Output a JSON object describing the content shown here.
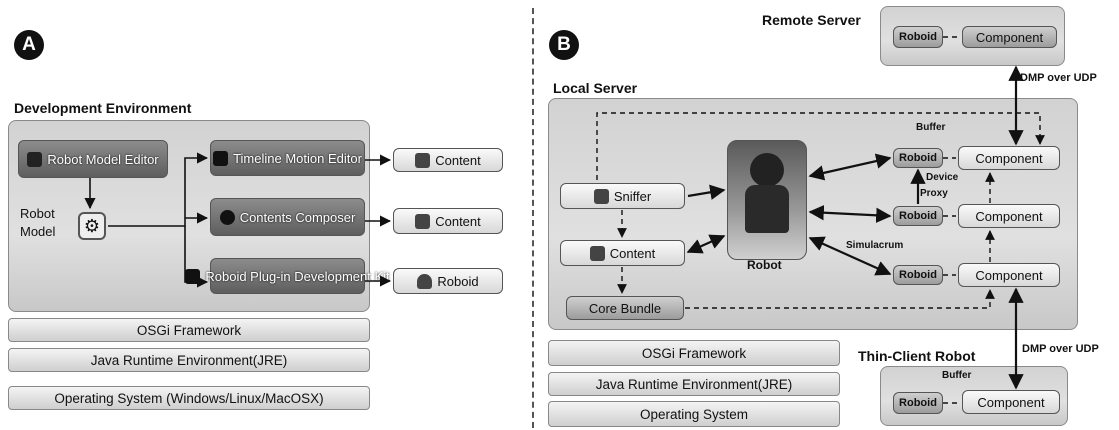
{
  "panel_a": {
    "letter": "A",
    "title": "Development Environment",
    "robot_model_editor": "Robot Model Editor",
    "robot_model": "Robot Model",
    "timeline_motion_editor": "Timeline Motion Editor",
    "contents_composer": "Contents Composer",
    "roboid_plugin": "Roboid Plug-in Development Kit",
    "content_1": "Content",
    "content_2": "Content",
    "roboid": "Roboid",
    "layers": [
      "OSGi Framework",
      "Java Runtime Environment(JRE)",
      "Operating System (Windows/Linux/MacOSX)"
    ]
  },
  "panel_b": {
    "letter": "B",
    "remote_server": "Remote Server",
    "local_server": "Local Server",
    "thin_client": "Thin-Client Robot",
    "dmp_1": "DMP over UDP",
    "dmp_2": "DMP over UDP",
    "sniffer": "Sniffer",
    "content": "Content",
    "core_bundle": "Core Bundle",
    "robot": "Robot",
    "simulacrum": "Simulacrum",
    "buffer": "Buffer",
    "proxy": "Proxy",
    "device": "Device",
    "roboid": "Roboid",
    "component": "Component",
    "layers": [
      "OSGi Framework",
      "Java Runtime Environment(JRE)",
      "Operating System"
    ]
  }
}
